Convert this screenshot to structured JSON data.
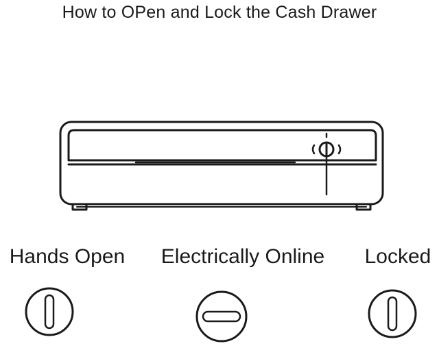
{
  "title": "How to OPen and Lock the Cash Drawer",
  "positions": [
    {
      "label": "Hands Open",
      "key_slot": "vertical"
    },
    {
      "label": "Electrically Online",
      "key_slot": "horizontal"
    },
    {
      "label": "Locked",
      "key_slot": "vertical"
    }
  ]
}
